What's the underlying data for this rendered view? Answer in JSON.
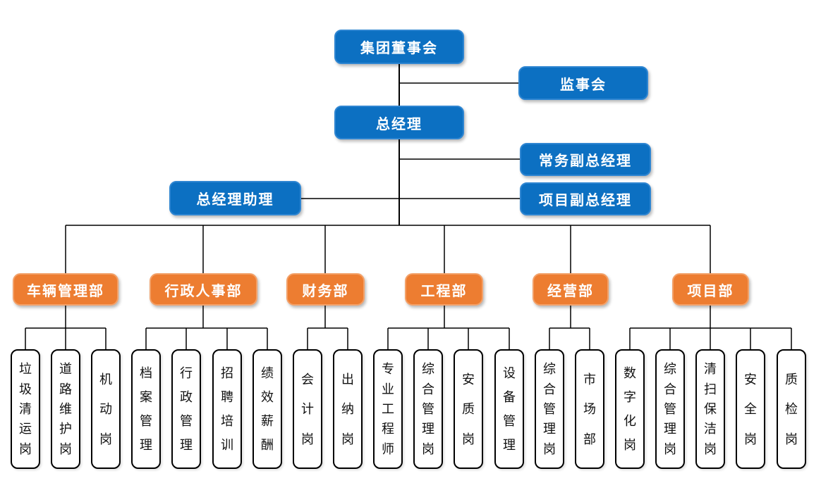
{
  "colors": {
    "blue": "#0C70C2",
    "blue_border": "#2F86D2",
    "orange": "#ED7D31",
    "orange_border": "#F3A169",
    "leaf_border": "#000000",
    "line": "#000000"
  },
  "management": {
    "board": "集团董事会",
    "supervisory": "监事会",
    "general_manager": "总经理",
    "executive_deputy_gm": "常务副总经理",
    "gm_assistant": "总经理助理",
    "project_deputy_gm": "项目副总经理"
  },
  "departments": [
    {
      "label": "车辆管理部",
      "positions": [
        "垃圾清运岗",
        "道路维护岗",
        "机动岗"
      ]
    },
    {
      "label": "行政人事部",
      "positions": [
        "档案管理",
        "行政管理",
        "招聘培训",
        "绩效薪酬"
      ]
    },
    {
      "label": "财务部",
      "positions": [
        "会计岗",
        "出纳岗"
      ]
    },
    {
      "label": "工程部",
      "positions": [
        "专业工程师",
        "综合管理岗",
        "安质岗",
        "设备管理"
      ]
    },
    {
      "label": "经营部",
      "positions": [
        "综合管理岗",
        "市场部"
      ]
    },
    {
      "label": "项目部",
      "positions": [
        "数字化岗",
        "综合管理岗",
        "清扫保洁岗",
        "安全岗",
        "质检岗"
      ]
    }
  ]
}
